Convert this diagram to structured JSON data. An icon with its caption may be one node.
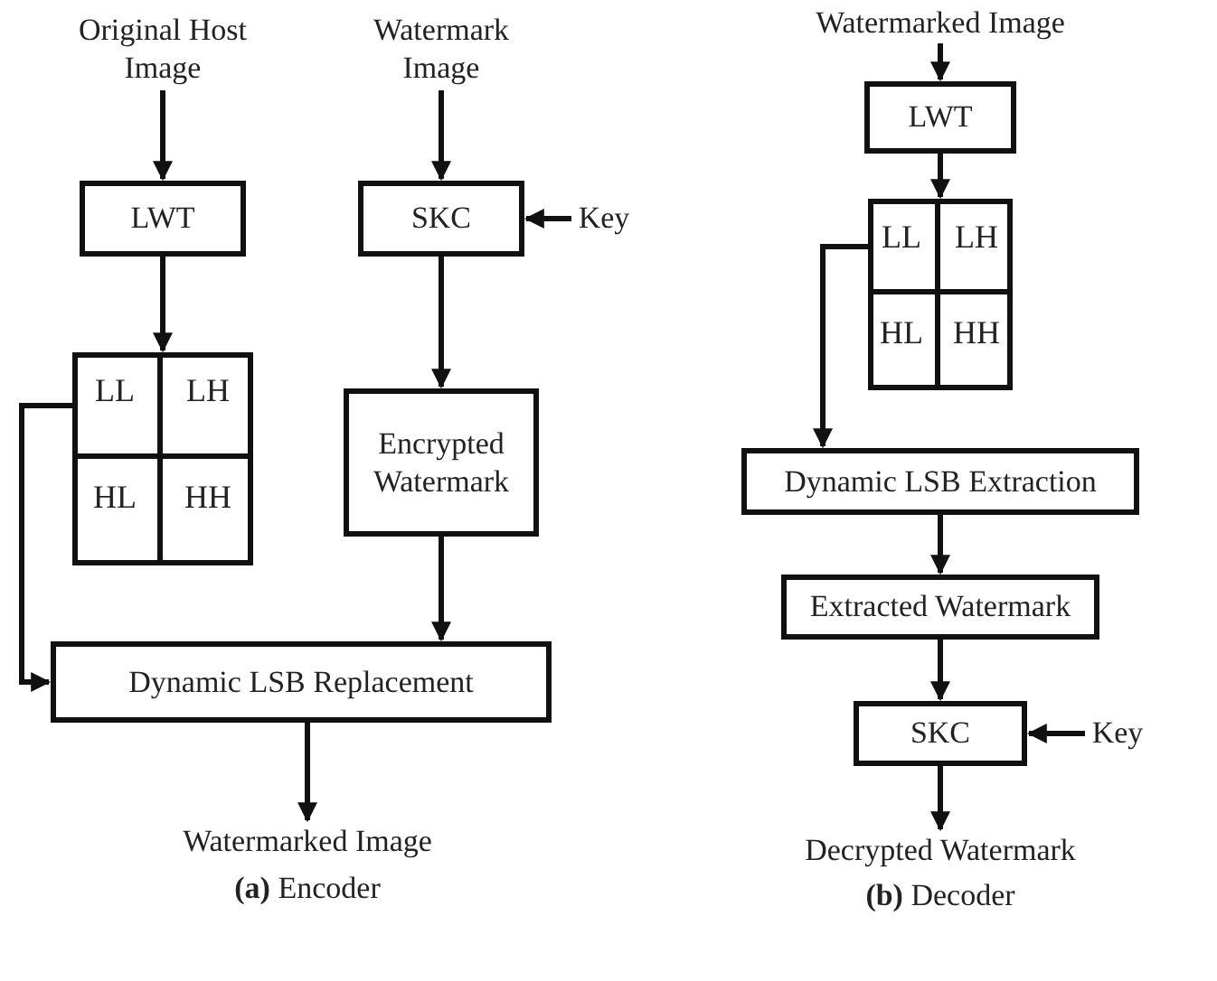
{
  "diagram": {
    "nodes": [
      {
        "text": [
          "Original Host Image"
        ]
      },
      {
        "text": [
          "Watermark Image"
        ]
      },
      {
        "text": [
          "LWT"
        ]
      },
      {
        "text": [
          "SKC"
        ]
      },
      {
        "text": [
          "Key"
        ]
      },
      {
        "text": [],
        "shape": "box"
      },
      {
        "text": [
          "LL"
        ],
        "in": 5
      },
      {
        "text": [
          "LH"
        ],
        "in": 5
      },
      {
        "text": [
          "HL"
        ],
        "in": 5
      },
      {
        "text": [
          "HH"
        ],
        "in": 5
      },
      {
        "text": [
          "Encrypted Watermark"
        ]
      },
      {
        "text": [
          "Dynamic LSB Replacement"
        ]
      },
      {
        "text": [
          "Watermarked Image"
        ]
      },
      {
        "text": [
          "Watermarked Image"
        ]
      },
      {
        "text": [
          "LWT"
        ]
      },
      {
        "text": [],
        "shape": "box"
      },
      {
        "text": [
          "LL"
        ],
        "in": 15
      },
      {
        "text": [
          "LH"
        ],
        "in": 15
      },
      {
        "text": [
          "HL"
        ],
        "in": 15
      },
      {
        "text": [
          "HH"
        ],
        "in": 15
      },
      {
        "text": [
          "Dynamic LSB Extraction"
        ]
      },
      {
        "text": [
          "Extracted Watermark"
        ]
      },
      {
        "text": [
          "SKC"
        ]
      },
      {
        "text": [
          "Key"
        ]
      },
      {
        "text": [
          "Decrypted Watermark"
        ]
      }
    ],
    "edges": [
      {
        "from": 0,
        "to": 2,
        "arrow": "to"
      },
      {
        "from": 2,
        "to": 5,
        "arrow": "to"
      },
      {
        "from": 1,
        "to": 3,
        "arrow": "to"
      },
      {
        "from": 4,
        "to": 3,
        "arrow": "to"
      },
      {
        "from": 3,
        "to": 10,
        "arrow": "to"
      },
      {
        "from": 6,
        "to": 11,
        "arrow": "to"
      },
      {
        "from": 10,
        "to": 11,
        "arrow": "to"
      },
      {
        "from": 11,
        "to": 12,
        "arrow": "to"
      },
      {
        "from": 13,
        "to": 14,
        "arrow": "to"
      },
      {
        "from": 14,
        "to": 15,
        "arrow": "to"
      },
      {
        "from": 16,
        "to": 20,
        "arrow": "to"
      },
      {
        "from": 20,
        "to": 21,
        "arrow": "to"
      },
      {
        "from": 21,
        "to": 22,
        "arrow": "to"
      },
      {
        "from": 23,
        "to": 22,
        "arrow": "to"
      },
      {
        "from": 22,
        "to": 24,
        "arrow": "to"
      }
    ],
    "labels": [
      "**(a)** Encoder",
      "**(b)** Decoder"
    ]
  }
}
